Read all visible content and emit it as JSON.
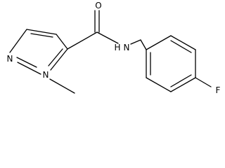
{
  "molecule": {
    "atoms": {
      "oxygen": "O",
      "amide_n": "N",
      "amide_h": "H",
      "pyrazole_n1": "N",
      "pyrazole_n2": "N",
      "fluorine": "F"
    }
  }
}
